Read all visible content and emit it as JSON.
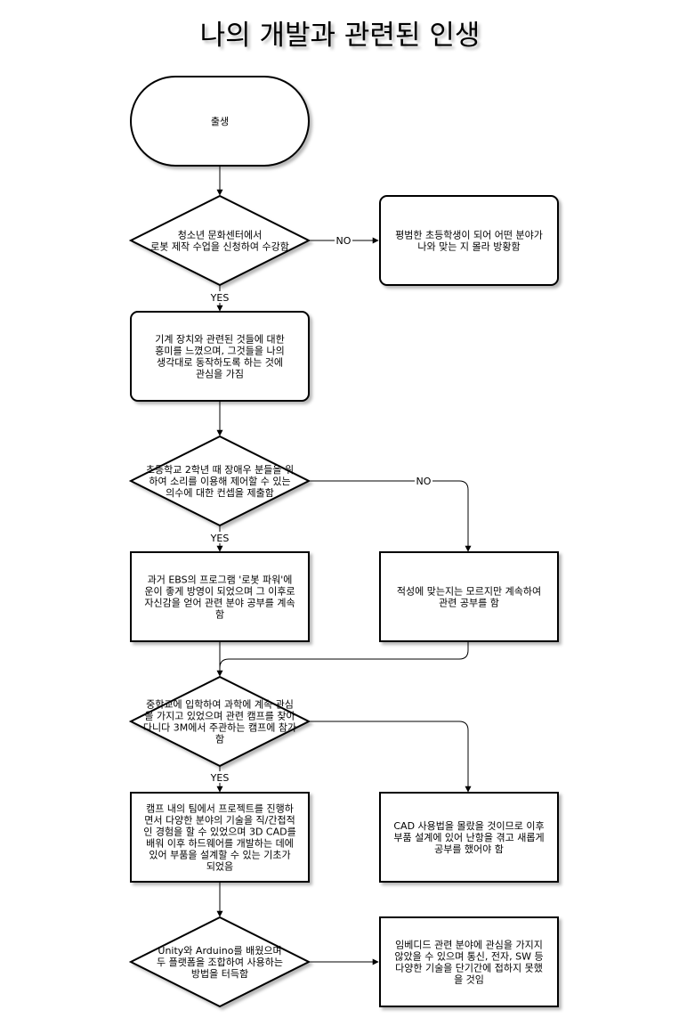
{
  "title": "나의 개발과 관련된 인생",
  "nodes": {
    "birth": [
      "출생"
    ],
    "d1": [
      "청소년 문화센터에서",
      "로봇 제작 수업을 신청하여 수강함"
    ],
    "ordinary": [
      "평범한 초등학생이 되어 어떤 분야가",
      "나와 맞는 지 몰라 방황함"
    ],
    "interest": [
      "기계 장치와 관련된 것들에 대한",
      "흥미를 느꼈으며, 그것들을 나의",
      "생각대로 동작하도록 하는 것에",
      "관심을 가짐"
    ],
    "d2": [
      "초등학교 2학년 때 장애우 분들을 위",
      "하여 소리를 이용해 제어할 수 있는",
      "의수에 대한 컨셉을 제출함"
    ],
    "ebs": [
      "과거 EBS의 프로그램 '로봇 파워'에",
      "운이 좋게 방영이 되었으며 그 이후로",
      "자신감을 얻어 관련 분야 공부를 계속",
      "함"
    ],
    "aptitude": [
      "적성에 맞는지는 모르지만 계속하여",
      "관련 공부를 함"
    ],
    "d3": [
      "중학교에 입학하여 과학에 계속 관심",
      "을 가지고 있었으며 관련 캠프를 찾아",
      "다니다 3M에서 주관하는 캠프에 참가",
      "함"
    ],
    "camp": [
      "캠프 내의 팀에서 프로젝트를 진행하",
      "면서 다양한 분야의 기술을 직/간접적",
      "인 경험을 할 수 있었으며 3D CAD를",
      "배워 이후 하드웨어를 개발하는 데에",
      "있어 부품을 설계할 수 있는 기초가",
      "되었음"
    ],
    "cad": [
      "CAD 사용법을 몰랐을 것이므로 이후",
      "부품 설계에 있어 난항을 겪고 새롭게",
      "공부를 했어야 함"
    ],
    "unity": [
      "Unity와 Arduino를 배웠으며",
      "두 플랫폼을 조합하여 사용하는",
      "방법을 터득함"
    ],
    "embedded": [
      "임베디드 관련 분야에 관심을 가지지",
      "않았을 수 있으며 통신, 전자, SW 등",
      "다양한 기술을 단기간에 접하지 못했",
      "을 것임"
    ]
  },
  "edges": {
    "no1": "NO",
    "yes1": "YES",
    "no2": "NO",
    "yes2": "YES",
    "yes3": "YES"
  }
}
